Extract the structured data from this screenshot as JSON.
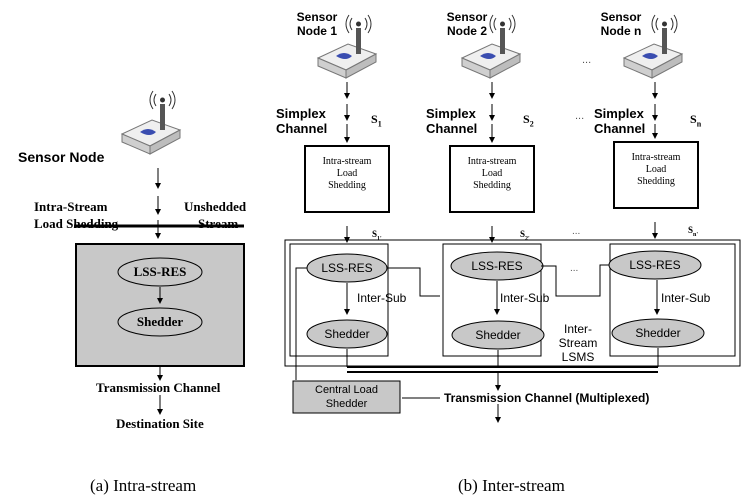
{
  "panel_a": {
    "sensor_label": "Sensor Node",
    "intra_label_1": "Intra-Stream",
    "intra_label_2": "Load Shedding",
    "unshedded_1": "Unshedded",
    "unshedded_2": "Stream",
    "lss_res": "LSS-RES",
    "shedder": "Shedder",
    "transmission": "Transmission Channel",
    "destination": "Destination Site",
    "caption": "(a) Intra-stream"
  },
  "panel_b": {
    "nodes": [
      {
        "label_1": "Sensor",
        "label_2": "Node 1",
        "stream": "S",
        "sub": "1",
        "stream_out": "S",
        "sub_out": "1'"
      },
      {
        "label_1": "Sensor",
        "label_2": "Node 2",
        "stream": "S",
        "sub": "2",
        "stream_out": "S",
        "sub_out": "2'"
      },
      {
        "label_1": "Sensor",
        "label_2": "Node n",
        "stream": "S",
        "sub": "n",
        "stream_out": "S",
        "sub_out": "n'"
      }
    ],
    "ellipsis": "...",
    "simplex_1": "Simplex",
    "simplex_2": "Channel",
    "intra_1": "Intra-stream",
    "intra_2": "Load",
    "intra_3": "Shedding",
    "lss_res": "LSS-RES",
    "inter_sub": "Inter-Sub",
    "shedder": "Shedder",
    "lsms_1": "Inter-",
    "lsms_2": "Stream",
    "lsms_3": "LSMS",
    "central_1": "Central Load",
    "central_2": "Shedder",
    "transmission": "Transmission Channel (Multiplexed)",
    "caption": "(b) Inter-stream"
  },
  "colors": {
    "fill_grey": "#c8c8c8",
    "line": "#000000",
    "sensor_body": "#d9d9d9",
    "sensor_top": "#efefef",
    "antenna": "#555555",
    "blue_mark": "#3a4db0"
  }
}
